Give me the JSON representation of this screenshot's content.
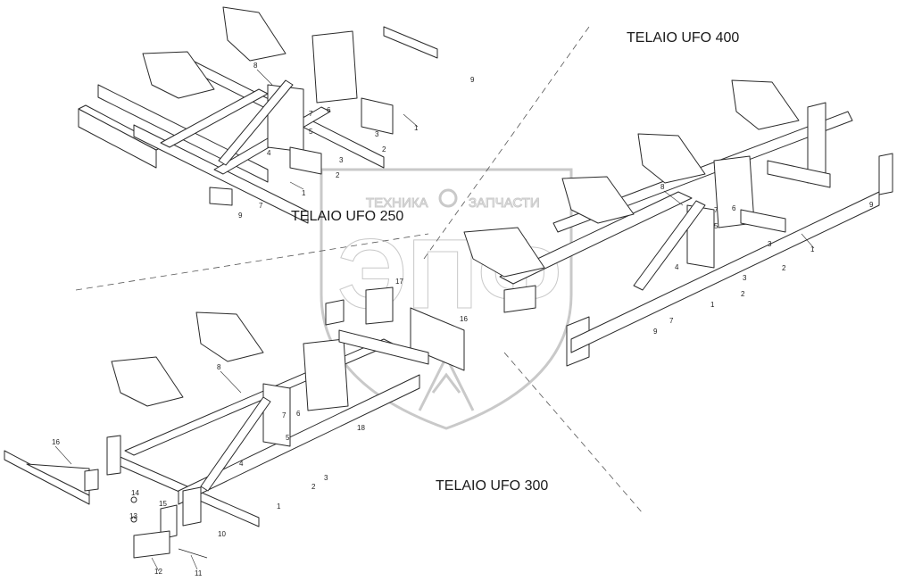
{
  "frames": [
    {
      "id": "ufo400",
      "title": "TELAIO UFO 400"
    },
    {
      "id": "ufo250",
      "title": "TELAIO UFO 250"
    },
    {
      "id": "ufo300",
      "title": "TELAIO UFO 300"
    }
  ],
  "watermark": {
    "text_left": "ТЕХНИКА",
    "text_right": "ЗАПЧАСТИ",
    "letters": "ЭПФ"
  },
  "callouts": {
    "ufo250": [
      "8",
      "7",
      "6",
      "5",
      "4",
      "3",
      "2",
      "1",
      "9",
      "7",
      "9",
      "1",
      "2",
      "3"
    ],
    "ufo400": [
      "8",
      "7",
      "6",
      "5",
      "4",
      "3",
      "2",
      "1",
      "9",
      "7",
      "9",
      "1",
      "2",
      "3"
    ],
    "ufo300": [
      "8",
      "7",
      "6",
      "5",
      "4",
      "3",
      "2",
      "1",
      "10",
      "11",
      "12",
      "13",
      "14",
      "15",
      "16",
      "16",
      "17",
      "18"
    ]
  }
}
